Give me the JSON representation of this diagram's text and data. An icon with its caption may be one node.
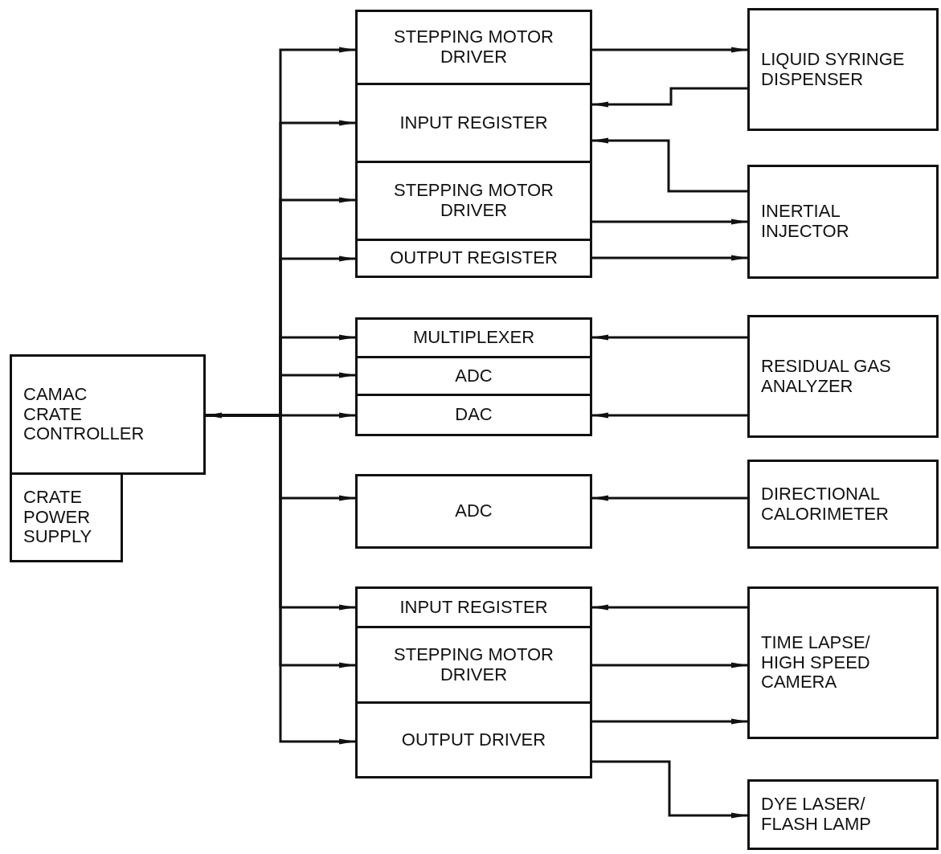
{
  "diagram": {
    "nodes": [
      {
        "text": [
          "CAMAC CRATE CONTROLLER"
        ]
      },
      {
        "text": [
          "CRATE POWER SUPPLY"
        ]
      },
      {
        "text": [
          "STEPPING MOTOR DRIVER"
        ]
      },
      {
        "text": [
          "INPUT REGISTER"
        ]
      },
      {
        "text": [
          "STEPPING MOTOR DRIVER"
        ]
      },
      {
        "text": [
          "OUTPUT REGISTER"
        ]
      },
      {
        "text": [
          "MULTIPLEXER"
        ]
      },
      {
        "text": [
          "ADC"
        ]
      },
      {
        "text": [
          "DAC"
        ]
      },
      {
        "text": [
          "ADC"
        ]
      },
      {
        "text": [
          "INPUT REGISTER"
        ]
      },
      {
        "text": [
          "STEPPING MOTOR DRIVER"
        ]
      },
      {
        "text": [
          "OUTPUT DRIVER"
        ]
      },
      {
        "text": [
          "LIQUID SYRINGE DISPENSER"
        ]
      },
      {
        "text": [
          "INERTIAL INJECTOR"
        ]
      },
      {
        "text": [
          "RESIDUAL GAS ANALYZER"
        ]
      },
      {
        "text": [
          "DIRECTIONAL CALORIMETER"
        ]
      },
      {
        "text": [
          "TIME LAPSE/ HIGH SPEED CAMERA"
        ]
      },
      {
        "text": [
          "DYE LASER/ FLASH LAMP"
        ]
      }
    ],
    "edges": [
      {
        "from": 0,
        "to": 2,
        "arrow": "to"
      },
      {
        "from": 0,
        "to": 3,
        "arrow": "to"
      },
      {
        "from": 0,
        "to": 4,
        "arrow": "to"
      },
      {
        "from": 0,
        "to": 5,
        "arrow": "to"
      },
      {
        "from": 0,
        "to": 6,
        "arrow": "to"
      },
      {
        "from": 0,
        "to": 7,
        "arrow": "to"
      },
      {
        "from": 0,
        "to": 8,
        "arrow": "both"
      },
      {
        "from": 0,
        "to": 9,
        "arrow": "to"
      },
      {
        "from": 0,
        "to": 10,
        "arrow": "to"
      },
      {
        "from": 0,
        "to": 11,
        "arrow": "to"
      },
      {
        "from": 0,
        "to": 12,
        "arrow": "to"
      },
      {
        "from": 2,
        "to": 13,
        "arrow": "to"
      },
      {
        "from": 13,
        "to": 3,
        "arrow": "to"
      },
      {
        "from": 14,
        "to": 3,
        "arrow": "to"
      },
      {
        "from": 4,
        "to": 14,
        "arrow": "to"
      },
      {
        "from": 5,
        "to": 14,
        "arrow": "to"
      },
      {
        "from": 15,
        "to": 6,
        "arrow": "to"
      },
      {
        "from": 15,
        "to": 8,
        "arrow": "to"
      },
      {
        "from": 16,
        "to": 9,
        "arrow": "to"
      },
      {
        "from": 17,
        "to": 10,
        "arrow": "to"
      },
      {
        "from": 11,
        "to": 17,
        "arrow": "to"
      },
      {
        "from": 12,
        "to": 17,
        "arrow": "to"
      },
      {
        "from": 12,
        "to": 18,
        "arrow": "to"
      }
    ]
  }
}
